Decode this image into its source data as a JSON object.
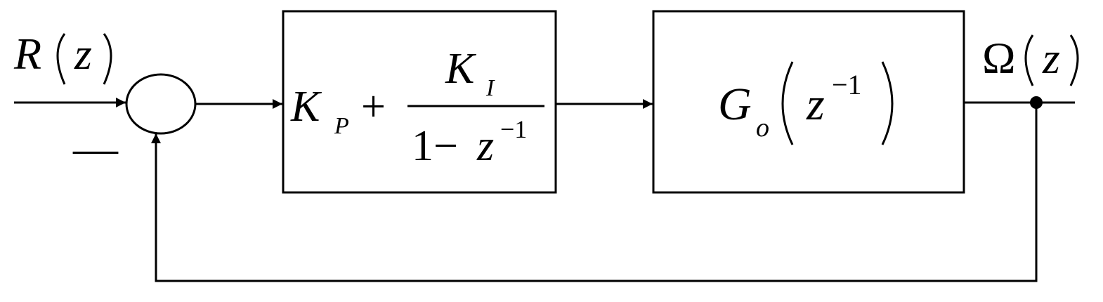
{
  "input": {
    "var": "R",
    "arg": "z"
  },
  "output": {
    "var": "Ω",
    "arg": "z"
  },
  "summing_junction": {
    "feedback_sign": "—"
  },
  "controller": {
    "kp_base": "K",
    "kp_sub": "P",
    "plus": "+",
    "ki_base": "K",
    "ki_sub": "I",
    "den_one": "1",
    "den_minus": "−",
    "den_var": "z",
    "den_exp": "−1"
  },
  "plant": {
    "base": "G",
    "sub": "o",
    "arg_var": "z",
    "arg_exp": "−1"
  },
  "colors": {
    "line": "#000000",
    "background": "#ffffff"
  }
}
